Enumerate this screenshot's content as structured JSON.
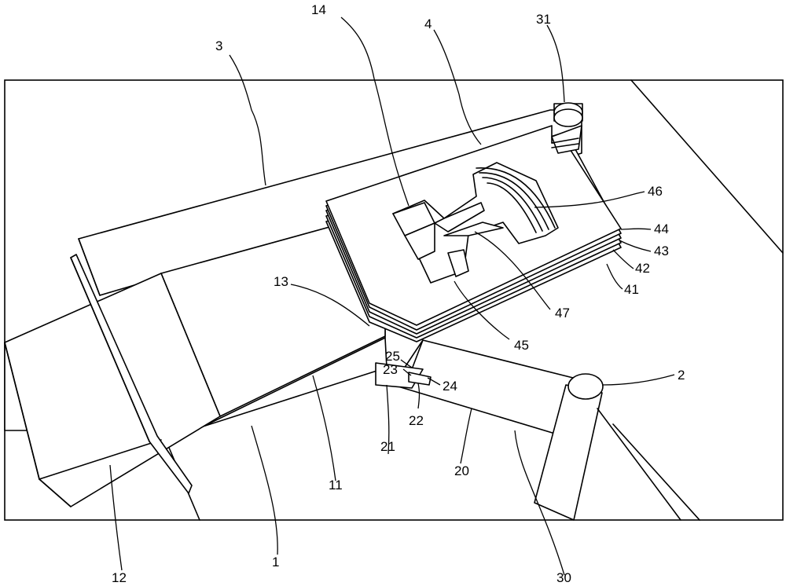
{
  "labels": {
    "l1": "1",
    "l2": "2",
    "l3": "3",
    "l4": "4",
    "l11": "11",
    "l12": "12",
    "l13": "13",
    "l14": "14",
    "l20": "20",
    "l21": "21",
    "l22": "22",
    "l23": "23",
    "l24": "24",
    "l25": "25",
    "l30": "30",
    "l31": "31",
    "l41": "41",
    "l42": "42",
    "l43": "43",
    "l44": "44",
    "l45": "45",
    "l46": "46",
    "l47": "47"
  }
}
